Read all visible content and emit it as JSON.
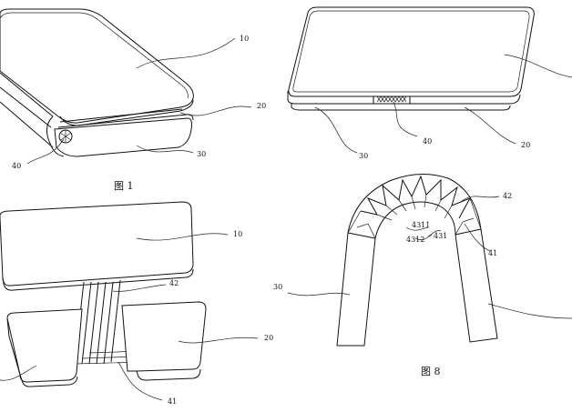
{
  "figures": [
    {
      "caption": "图 1",
      "labels": [
        "10",
        "20",
        "30",
        "40"
      ]
    },
    {
      "caption": "",
      "labels": [
        "30",
        "40",
        "20"
      ]
    },
    {
      "caption": "",
      "labels": [
        "10",
        "42",
        "20",
        "41"
      ]
    },
    {
      "caption": "图 8",
      "labels": [
        "42",
        "4311",
        "431",
        "4312",
        "41",
        "30"
      ]
    }
  ],
  "colors": {
    "ink": "#111111",
    "paper": "#ffffff"
  }
}
